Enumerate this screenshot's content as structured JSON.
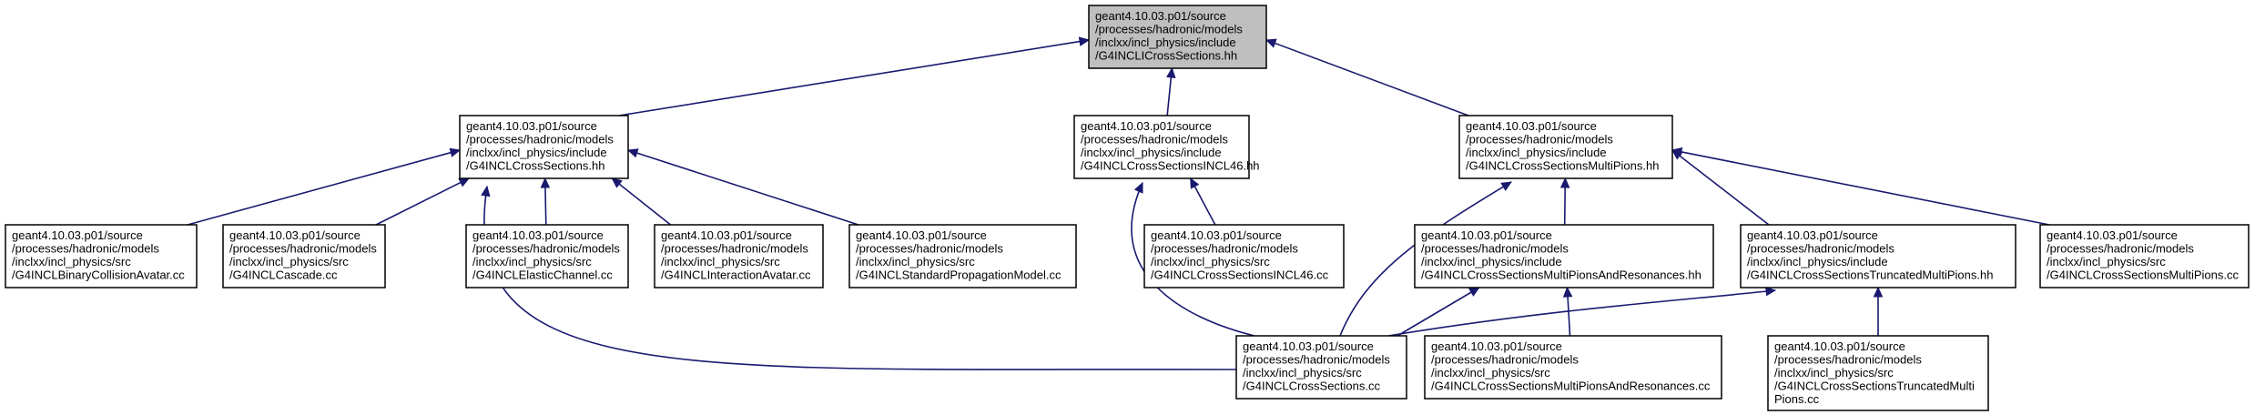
{
  "colors": {
    "focus_fill": "#bfbfbf",
    "node_fill": "#ffffff",
    "node_border": "#000000",
    "edge": "#191970"
  },
  "nodes": [
    {
      "id": "root",
      "focus": true,
      "lines": [
        "geant4.10.03.p01/source",
        "/processes/hadronic/models",
        "/inclxx/incl_physics/include",
        "/G4INCLICrossSections.hh"
      ]
    },
    {
      "id": "cs_hh",
      "lines": [
        "geant4.10.03.p01/source",
        "/processes/hadronic/models",
        "/inclxx/incl_physics/include",
        "/G4INCLCrossSections.hh"
      ]
    },
    {
      "id": "incl46_hh",
      "lines": [
        "geant4.10.03.p01/source",
        "/processes/hadronic/models",
        "/inclxx/incl_physics/include",
        "/G4INCLCrossSectionsINCL46.hh"
      ]
    },
    {
      "id": "multipions_hh",
      "lines": [
        "geant4.10.03.p01/source",
        "/processes/hadronic/models",
        "/inclxx/incl_physics/include",
        "/G4INCLCrossSectionsMultiPions.hh"
      ]
    },
    {
      "id": "binary_cc",
      "lines": [
        "geant4.10.03.p01/source",
        "/processes/hadronic/models",
        "/inclxx/incl_physics/src",
        "/G4INCLBinaryCollisionAvatar.cc"
      ]
    },
    {
      "id": "cascade_cc",
      "lines": [
        "geant4.10.03.p01/source",
        "/processes/hadronic/models",
        "/inclxx/incl_physics/src",
        "/G4INCLCascade.cc"
      ]
    },
    {
      "id": "elastic_cc",
      "lines": [
        "geant4.10.03.p01/source",
        "/processes/hadronic/models",
        "/inclxx/incl_physics/src",
        "/G4INCLElasticChannel.cc"
      ]
    },
    {
      "id": "interaction_cc",
      "lines": [
        "geant4.10.03.p01/source",
        "/processes/hadronic/models",
        "/inclxx/incl_physics/src",
        "/G4INCLInteractionAvatar.cc"
      ]
    },
    {
      "id": "propagation_cc",
      "lines": [
        "geant4.10.03.p01/source",
        "/processes/hadronic/models",
        "/inclxx/incl_physics/src",
        "/G4INCLStandardPropagationModel.cc"
      ]
    },
    {
      "id": "incl46_cc",
      "lines": [
        "geant4.10.03.p01/source",
        "/processes/hadronic/models",
        "/inclxx/incl_physics/src",
        "/G4INCLCrossSectionsINCL46.cc"
      ]
    },
    {
      "id": "mpres_hh",
      "lines": [
        "geant4.10.03.p01/source",
        "/processes/hadronic/models",
        "/inclxx/incl_physics/include",
        "/G4INCLCrossSectionsMultiPionsAndResonances.hh"
      ]
    },
    {
      "id": "truncated_hh",
      "lines": [
        "geant4.10.03.p01/source",
        "/processes/hadronic/models",
        "/inclxx/incl_physics/include",
        "/G4INCLCrossSectionsTruncatedMultiPions.hh"
      ]
    },
    {
      "id": "multipions_cc",
      "lines": [
        "geant4.10.03.p01/source",
        "/processes/hadronic/models",
        "/inclxx/incl_physics/src",
        "/G4INCLCrossSectionsMultiPions.cc"
      ]
    },
    {
      "id": "cs_cc",
      "lines": [
        "geant4.10.03.p01/source",
        "/processes/hadronic/models",
        "/inclxx/incl_physics/src",
        "/G4INCLCrossSections.cc"
      ]
    },
    {
      "id": "mpres_cc",
      "lines": [
        "geant4.10.03.p01/source",
        "/processes/hadronic/models",
        "/inclxx/incl_physics/src",
        "/G4INCLCrossSectionsMultiPionsAndResonances.cc"
      ]
    },
    {
      "id": "truncated_cc",
      "lines": [
        "geant4.10.03.p01/source",
        "/processes/hadronic/models",
        "/inclxx/incl_physics/src",
        "/G4INCLCrossSectionsTruncatedMulti",
        "Pions.cc"
      ]
    }
  ],
  "edges": [
    {
      "from": "cs_hh",
      "to": "root"
    },
    {
      "from": "incl46_hh",
      "to": "root"
    },
    {
      "from": "multipions_hh",
      "to": "root"
    },
    {
      "from": "binary_cc",
      "to": "cs_hh"
    },
    {
      "from": "cascade_cc",
      "to": "cs_hh"
    },
    {
      "from": "elastic_cc",
      "to": "cs_hh"
    },
    {
      "from": "interaction_cc",
      "to": "cs_hh"
    },
    {
      "from": "propagation_cc",
      "to": "cs_hh"
    },
    {
      "from": "cs_cc",
      "to": "cs_hh"
    },
    {
      "from": "incl46_cc",
      "to": "incl46_hh"
    },
    {
      "from": "cs_cc",
      "to": "incl46_hh"
    },
    {
      "from": "mpres_hh",
      "to": "multipions_hh"
    },
    {
      "from": "truncated_hh",
      "to": "multipions_hh"
    },
    {
      "from": "multipions_cc",
      "to": "multipions_hh"
    },
    {
      "from": "cs_cc",
      "to": "multipions_hh"
    },
    {
      "from": "cs_cc",
      "to": "mpres_hh"
    },
    {
      "from": "mpres_cc",
      "to": "mpres_hh"
    },
    {
      "from": "cs_cc",
      "to": "truncated_hh"
    },
    {
      "from": "truncated_cc",
      "to": "truncated_hh"
    }
  ]
}
